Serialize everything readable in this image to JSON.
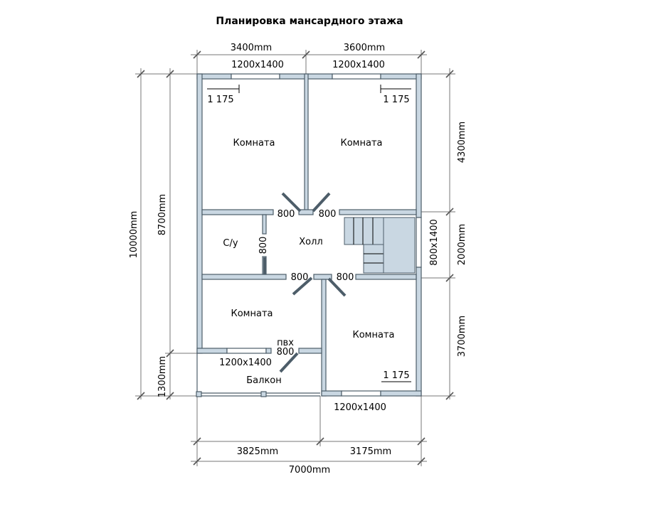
{
  "title": "Планировка мансардного этажа",
  "dimensions": {
    "top_left": "3400mm",
    "top_right": "3600mm",
    "left_outer": "10000mm",
    "left_inner": "8700mm",
    "left_bottom": "1300mm",
    "right_top": "4300mm",
    "right_middle": "2000mm",
    "right_bottom": "3700mm",
    "bottom_left": "3825mm",
    "bottom_right": "3175mm",
    "bottom_total": "7000mm"
  },
  "windows": {
    "top_left": "1200x1400",
    "top_right": "1200x1400",
    "right_hall": "800x1400",
    "balcony": "1200x1400",
    "bottom_right": "1200x1400"
  },
  "sill_heights": {
    "room_top_left": "1 175",
    "room_top_right": "1 175",
    "room_bottom_right": "1 175"
  },
  "doors": {
    "top_left": "800",
    "top_right": "800",
    "bathroom": "800",
    "hall_bottom_left": "800",
    "hall_bottom_right": "800",
    "balcony": "800",
    "balcony_type": "пвх"
  },
  "rooms": {
    "top_left": "Комната",
    "top_right": "Комната",
    "bathroom": "С/у",
    "hall": "Холл",
    "bottom_left": "Комната",
    "bottom_right": "Комната",
    "balcony": "Балкон"
  }
}
